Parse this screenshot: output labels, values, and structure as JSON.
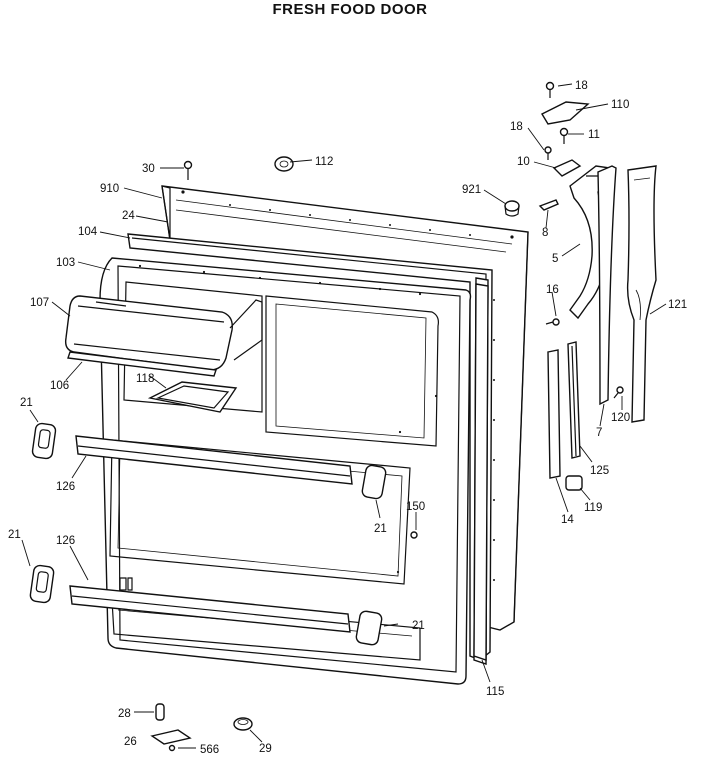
{
  "title": "FRESH FOOD DOOR",
  "callouts": [
    {
      "id": "c18a",
      "label": "18"
    },
    {
      "id": "c110",
      "label": "110"
    },
    {
      "id": "c18b",
      "label": "18"
    },
    {
      "id": "c11",
      "label": "11"
    },
    {
      "id": "c10",
      "label": "10"
    },
    {
      "id": "c30",
      "label": "30"
    },
    {
      "id": "c112",
      "label": "112"
    },
    {
      "id": "c910",
      "label": "910"
    },
    {
      "id": "c921",
      "label": "921"
    },
    {
      "id": "c24",
      "label": "24"
    },
    {
      "id": "c8",
      "label": "8"
    },
    {
      "id": "c104",
      "label": "104"
    },
    {
      "id": "c5",
      "label": "5"
    },
    {
      "id": "c103",
      "label": "103"
    },
    {
      "id": "c16",
      "label": "16"
    },
    {
      "id": "c121",
      "label": "121"
    },
    {
      "id": "c107",
      "label": "107"
    },
    {
      "id": "c106",
      "label": "106"
    },
    {
      "id": "c118",
      "label": "118"
    },
    {
      "id": "c120",
      "label": "120"
    },
    {
      "id": "c21a",
      "label": "21"
    },
    {
      "id": "c7",
      "label": "7"
    },
    {
      "id": "c125",
      "label": "125"
    },
    {
      "id": "c126a",
      "label": "126"
    },
    {
      "id": "c119",
      "label": "119"
    },
    {
      "id": "c150",
      "label": "150"
    },
    {
      "id": "c21b",
      "label": "21"
    },
    {
      "id": "c14",
      "label": "14"
    },
    {
      "id": "c21c",
      "label": "21"
    },
    {
      "id": "c126b",
      "label": "126"
    },
    {
      "id": "c21d",
      "label": "21"
    },
    {
      "id": "c115",
      "label": "115"
    },
    {
      "id": "c28",
      "label": "28"
    },
    {
      "id": "c26",
      "label": "26"
    },
    {
      "id": "c566",
      "label": "566"
    },
    {
      "id": "c29",
      "label": "29"
    }
  ]
}
